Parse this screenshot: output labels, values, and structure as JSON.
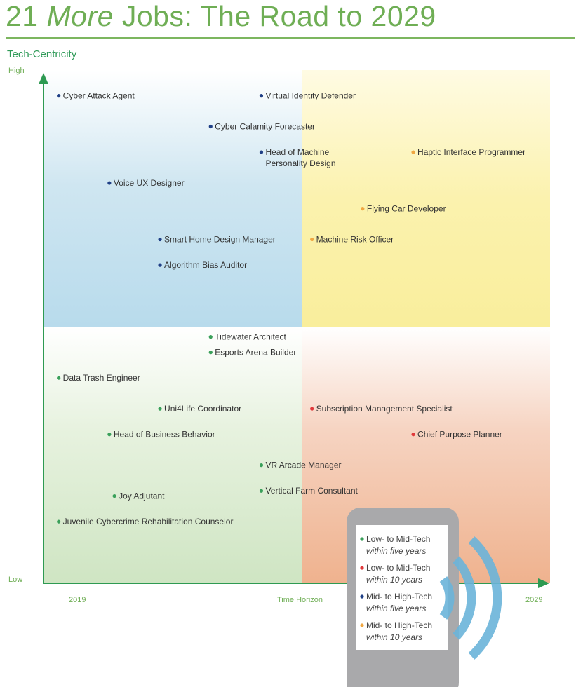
{
  "title": {
    "number": "21",
    "italic": "More",
    "rest": "Jobs: The Road to 2029"
  },
  "y_axis": {
    "label": "Tech-Centricity",
    "high": "High",
    "low": "Low"
  },
  "x_axis": {
    "start": "2019",
    "label": "Time Horizon",
    "end": "2029"
  },
  "colors": {
    "low_mid_5": "#3aa05a",
    "low_mid_10": "#e0393b",
    "mid_high_5": "#1f3f86",
    "mid_high_10": "#f0a742",
    "accent": "#6fae55"
  },
  "chart_data": {
    "type": "scatter",
    "xlabel": "Time Horizon",
    "ylabel": "Tech-Centricity",
    "x_ticks": [
      "2019",
      "2029"
    ],
    "y_ticks": [
      "Low",
      "High"
    ],
    "grid": false,
    "legend_placement": "bottom-right",
    "series": [
      {
        "key": "mid_high_5",
        "points": [
          {
            "label": "Cyber Attack Agent",
            "x": 0.03,
            "y": 0.95
          },
          {
            "label": "Virtual Identity Defender",
            "x": 0.43,
            "y": 0.95
          },
          {
            "label": "Cyber Calamity Forecaster",
            "x": 0.33,
            "y": 0.89
          },
          {
            "label": "Head of Machine Personality Design",
            "x": 0.43,
            "y": 0.84
          },
          {
            "label": "Voice UX Designer",
            "x": 0.13,
            "y": 0.78
          },
          {
            "label": "Smart Home Design Manager",
            "x": 0.23,
            "y": 0.67
          },
          {
            "label": "Algorithm Bias Auditor",
            "x": 0.23,
            "y": 0.62
          }
        ]
      },
      {
        "key": "mid_high_10",
        "points": [
          {
            "label": "Haptic Interface Programmer",
            "x": 0.73,
            "y": 0.84
          },
          {
            "label": "Flying Car Developer",
            "x": 0.63,
            "y": 0.73
          },
          {
            "label": "Machine Risk Officer",
            "x": 0.53,
            "y": 0.67
          }
        ]
      },
      {
        "key": "low_mid_5",
        "points": [
          {
            "label": "Tidewater Architect",
            "x": 0.33,
            "y": 0.48
          },
          {
            "label": "Esports Arena Builder",
            "x": 0.33,
            "y": 0.45
          },
          {
            "label": "Data Trash Engineer",
            "x": 0.03,
            "y": 0.4
          },
          {
            "label": "Uni4Life Coordinator",
            "x": 0.23,
            "y": 0.34
          },
          {
            "label": "Head of Business Behavior",
            "x": 0.13,
            "y": 0.29
          },
          {
            "label": "VR Arcade Manager",
            "x": 0.43,
            "y": 0.23
          },
          {
            "label": "Joy Adjutant",
            "x": 0.14,
            "y": 0.17
          },
          {
            "label": "Vertical Farm Consultant",
            "x": 0.43,
            "y": 0.18
          },
          {
            "label": "Juvenile Cybercrime Rehabilitation Counselor",
            "x": 0.03,
            "y": 0.12
          }
        ]
      },
      {
        "key": "low_mid_10",
        "points": [
          {
            "label": "Subscription Management Specialist",
            "x": 0.53,
            "y": 0.34
          },
          {
            "label": "Chief Purpose Planner",
            "x": 0.73,
            "y": 0.29
          }
        ]
      }
    ]
  },
  "legend": [
    {
      "key": "low_mid_5",
      "line1": "Low- to Mid-Tech",
      "line2": "within five years"
    },
    {
      "key": "low_mid_10",
      "line1": "Low- to Mid-Tech",
      "line2": "within 10 years"
    },
    {
      "key": "mid_high_5",
      "line1": "Mid- to High-Tech",
      "line2": "within five years"
    },
    {
      "key": "mid_high_10",
      "line1": "Mid- to High-Tech",
      "line2": "within 10 years"
    }
  ]
}
